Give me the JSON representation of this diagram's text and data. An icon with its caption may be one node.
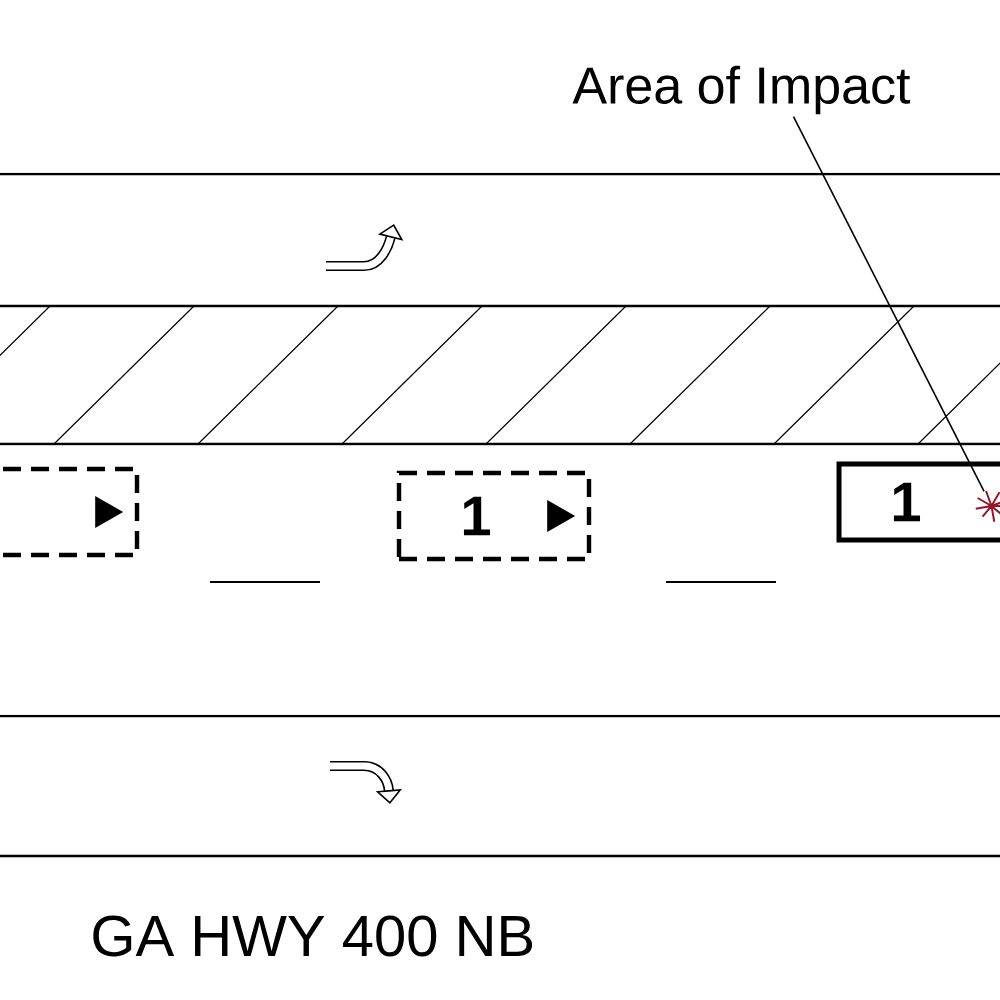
{
  "diagram": {
    "nodes": [
      {
        "text": [
          "Area of Impact"
        ]
      },
      {
        "text": [],
        "shape": "box"
      },
      {
        "text": [
          "1"
        ]
      },
      {
        "text": [
          "1"
        ]
      },
      {
        "text": [],
        "shape": "burst",
        "in": 3
      }
    ],
    "edges": [
      {
        "from": 0,
        "to": 4,
        "arrow": "none"
      }
    ],
    "labels": [
      "GA HWY 400 NB"
    ]
  }
}
